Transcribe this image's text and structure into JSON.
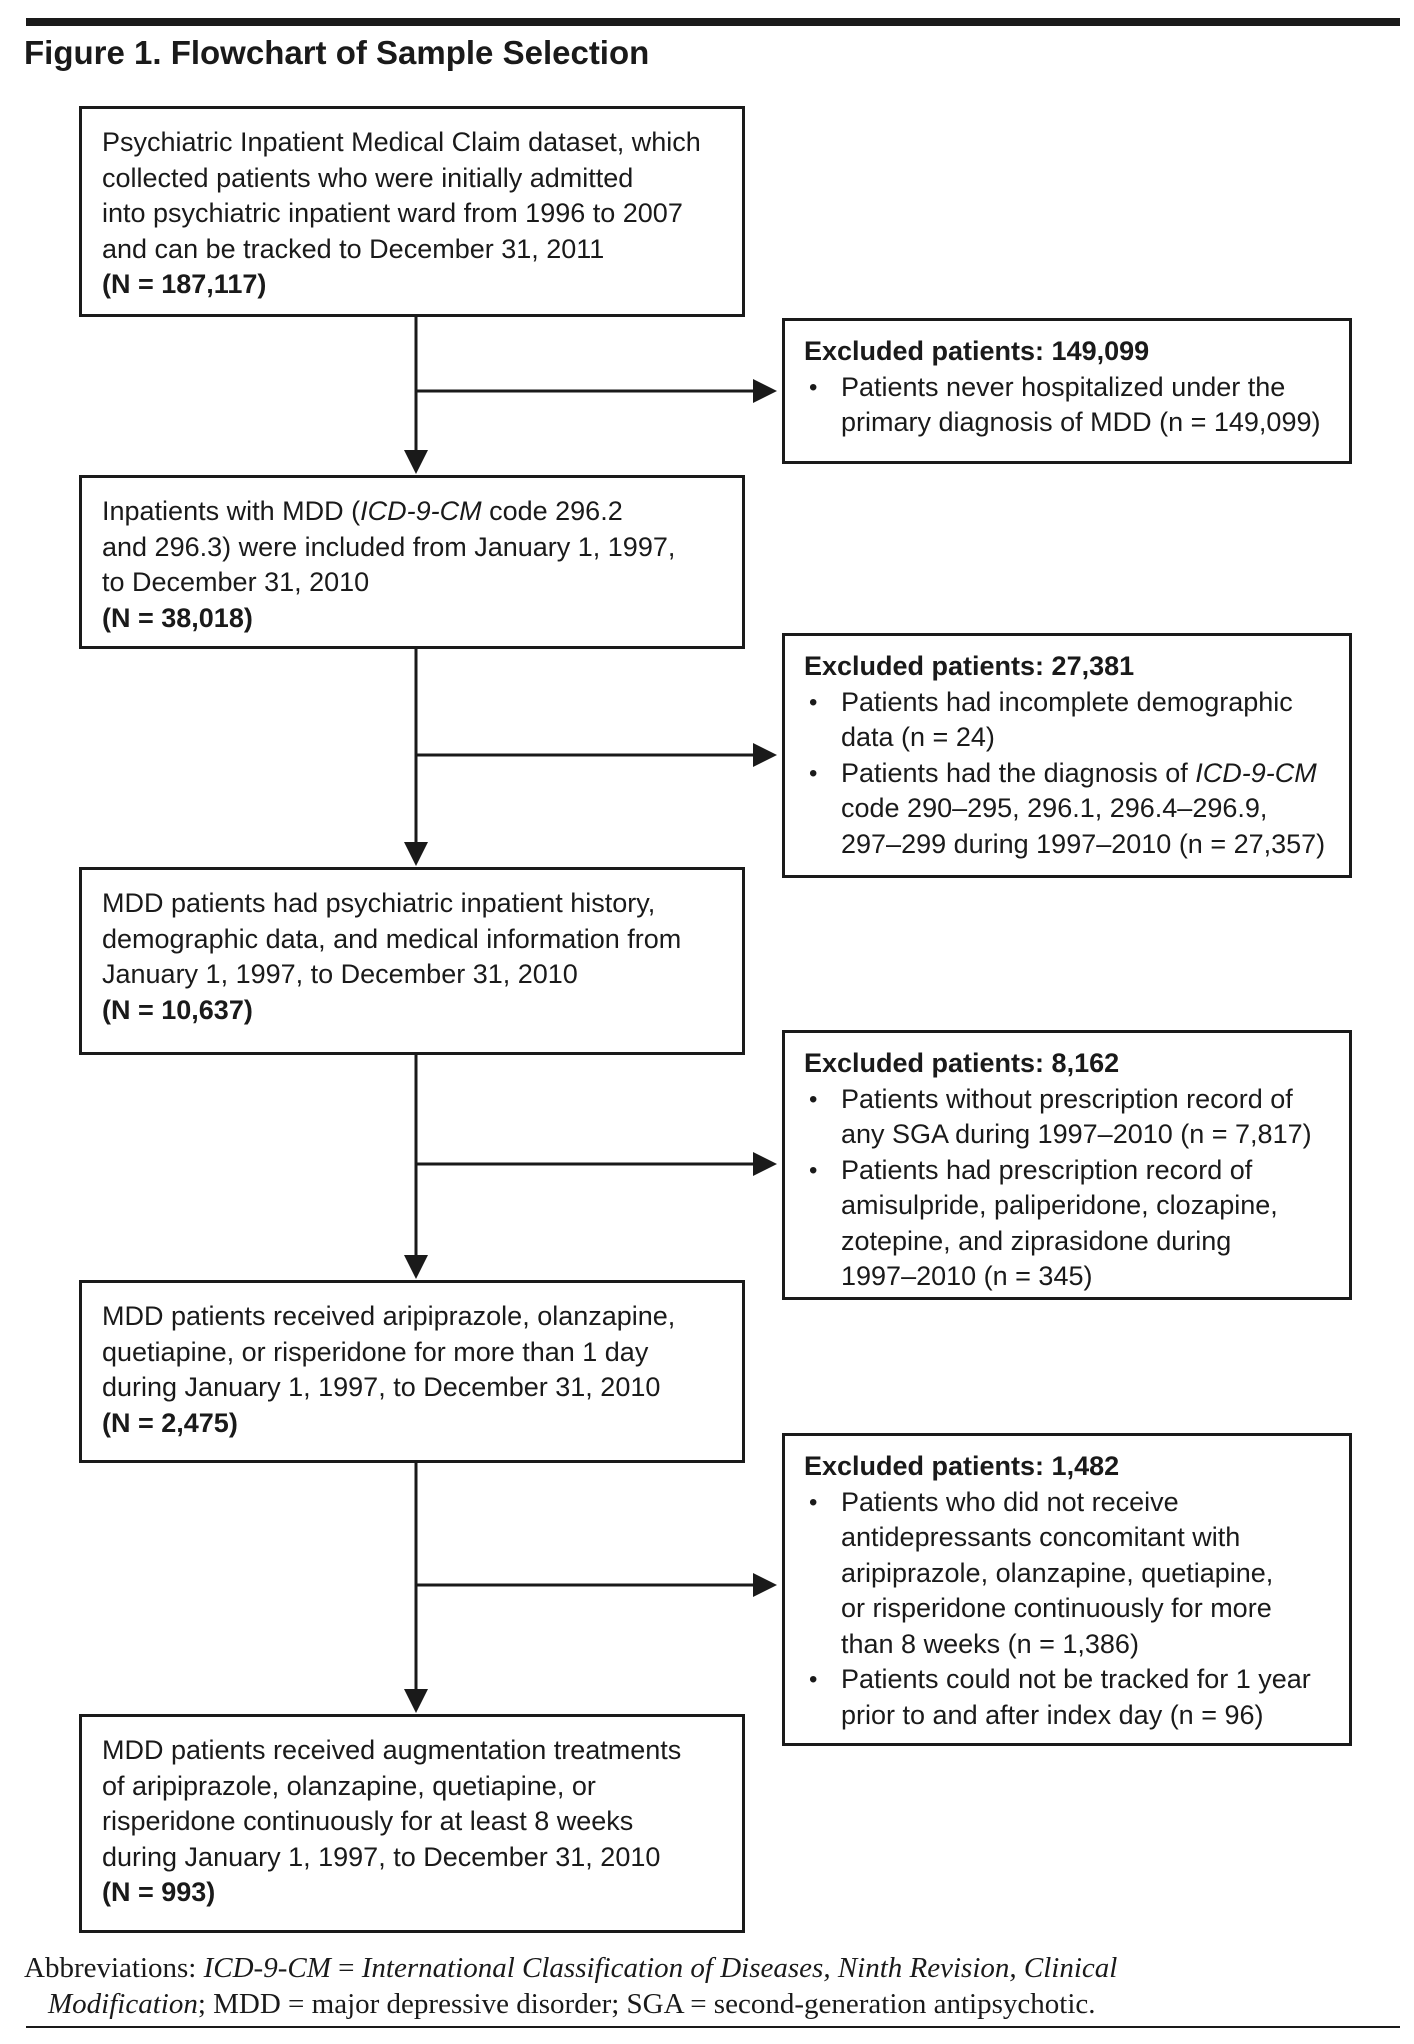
{
  "figure_title": "Figure 1. Flowchart of Sample Selection",
  "main_boxes": [
    {
      "lines": [
        "Psychiatric Inpatient Medical Claim dataset, which",
        "collected patients who were initially admitted",
        "into psychiatric inpatient ward from 1996 to 2007",
        "and can be tracked to December 31, 2011"
      ],
      "n_label": "(N = 187,117)"
    },
    {
      "line1_pre": "Inpatients with MDD (",
      "line1_em": "ICD-9-CM",
      "line1_post": " code 296.2",
      "lines": [
        "and 296.3) were included from January 1, 1997,",
        "to December 31, 2010"
      ],
      "n_label": "(N = 38,018)"
    },
    {
      "lines": [
        "MDD patients had psychiatric inpatient history,",
        "demographic data, and medical information from",
        "January 1, 1997, to December 31, 2010"
      ],
      "n_label": "(N = 10,637)"
    },
    {
      "lines": [
        "MDD patients received aripiprazole, olanzapine,",
        "quetiapine, or risperidone for more than 1 day",
        "during January 1, 1997, to December 31, 2010"
      ],
      "n_label": "(N = 2,475)"
    },
    {
      "lines": [
        "MDD patients received augmentation treatments",
        "of aripiprazole, olanzapine, quetiapine, or",
        "risperidone continuously for at least 8 weeks",
        "during January 1, 1997, to December 31, 2010"
      ],
      "n_label": "(N = 993)"
    }
  ],
  "excluded_boxes": [
    {
      "heading": "Excluded patients: 149,099",
      "bullet1": [
        "Patients never hospitalized under the",
        "primary diagnosis of MDD (n = 149,099)"
      ]
    },
    {
      "heading": "Excluded patients: 27,381",
      "bullet1": [
        "Patients had incomplete demographic",
        "data (n = 24)"
      ],
      "bullet2_pre": "Patients had the diagnosis of ",
      "bullet2_em": "ICD-9-CM",
      "bullet2_lines": [
        "code 290–295, 296.1, 296.4–296.9,",
        "297–299 during 1997–2010 (n = 27,357)"
      ]
    },
    {
      "heading": "Excluded patients: 8,162",
      "bullet1": [
        "Patients without prescription record of",
        "any SGA during 1997–2010 (n = 7,817)"
      ],
      "bullet2": [
        "Patients had prescription record of",
        "amisulpride, paliperidone, clozapine,",
        "zotepine, and ziprasidone during",
        "1997–2010 (n = 345)"
      ]
    },
    {
      "heading": "Excluded patients: 1,482",
      "bullet1": [
        "Patients who did not receive",
        "antidepressants concomitant with",
        "aripiprazole, olanzapine, quetiapine,",
        "or risperidone continuously for more",
        "than 8 weeks (n = 1,386)"
      ],
      "bullet2": [
        "Patients could not be tracked for 1 year",
        "prior to and after index day (n = 96)"
      ]
    }
  ],
  "abbreviations": {
    "p1": "Abbreviations: ",
    "e1": "ICD-9-CM",
    "p2": " = ",
    "e2": "International Classification of Diseases, Ninth Revision, Clinical",
    "e3": "Modification",
    "p3": "; MDD = major depressive disorder; SGA = second-generation antipsychotic."
  }
}
